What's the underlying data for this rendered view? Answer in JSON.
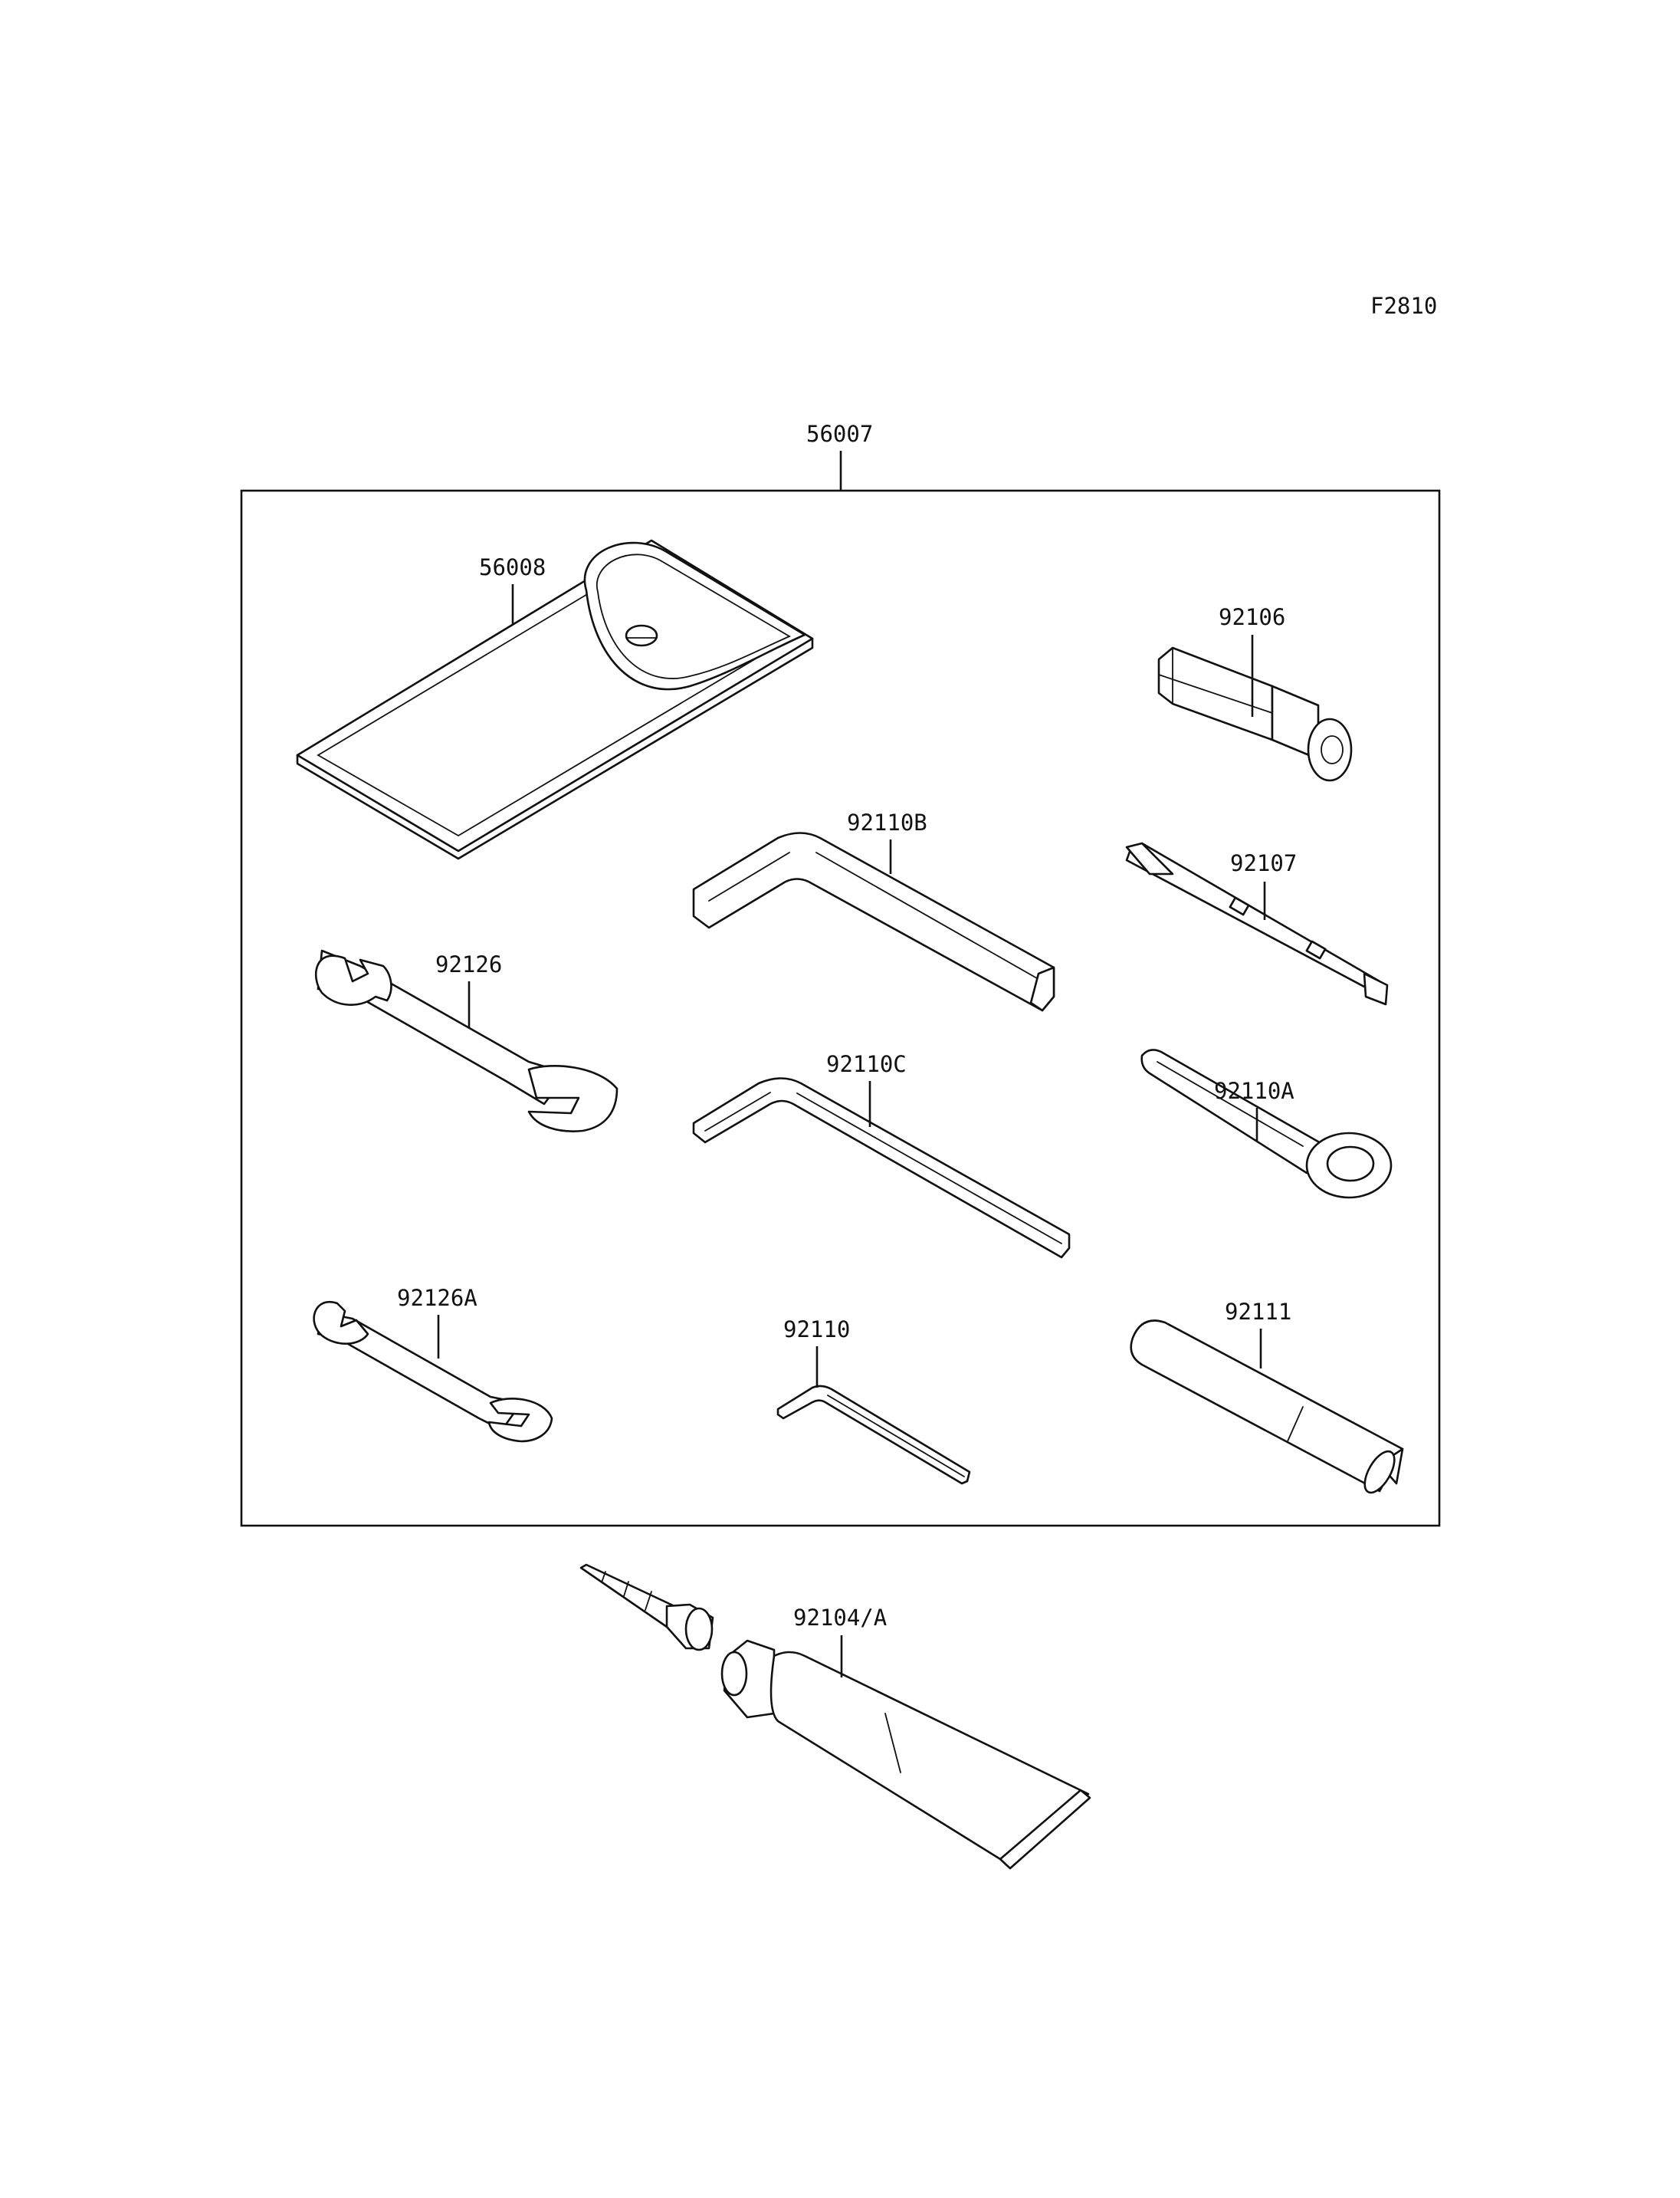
{
  "diagram": {
    "figure_code": "F2810",
    "parts": {
      "tool_kit": "56007",
      "tool_bag": "56008",
      "socket_bit": "92106",
      "hex_wrench_b": "92110B",
      "screwdriver": "92107",
      "wrench_open_end": "92126",
      "hex_wrench_c": "92110C",
      "ring_wrench": "92110A",
      "wrench_open_end_small": "92126A",
      "hex_wrench": "92110",
      "extension_handle": "92111",
      "repair_tube": "92104/A"
    }
  }
}
